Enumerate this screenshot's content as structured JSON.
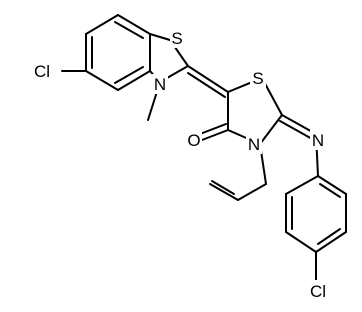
{
  "atoms": {
    "cl1": "Cl",
    "s1": "S",
    "n1": "N",
    "methyl": "",
    "s2": "S",
    "o1": "O",
    "n2": "N",
    "n3": "N",
    "cl2": "Cl"
  }
}
